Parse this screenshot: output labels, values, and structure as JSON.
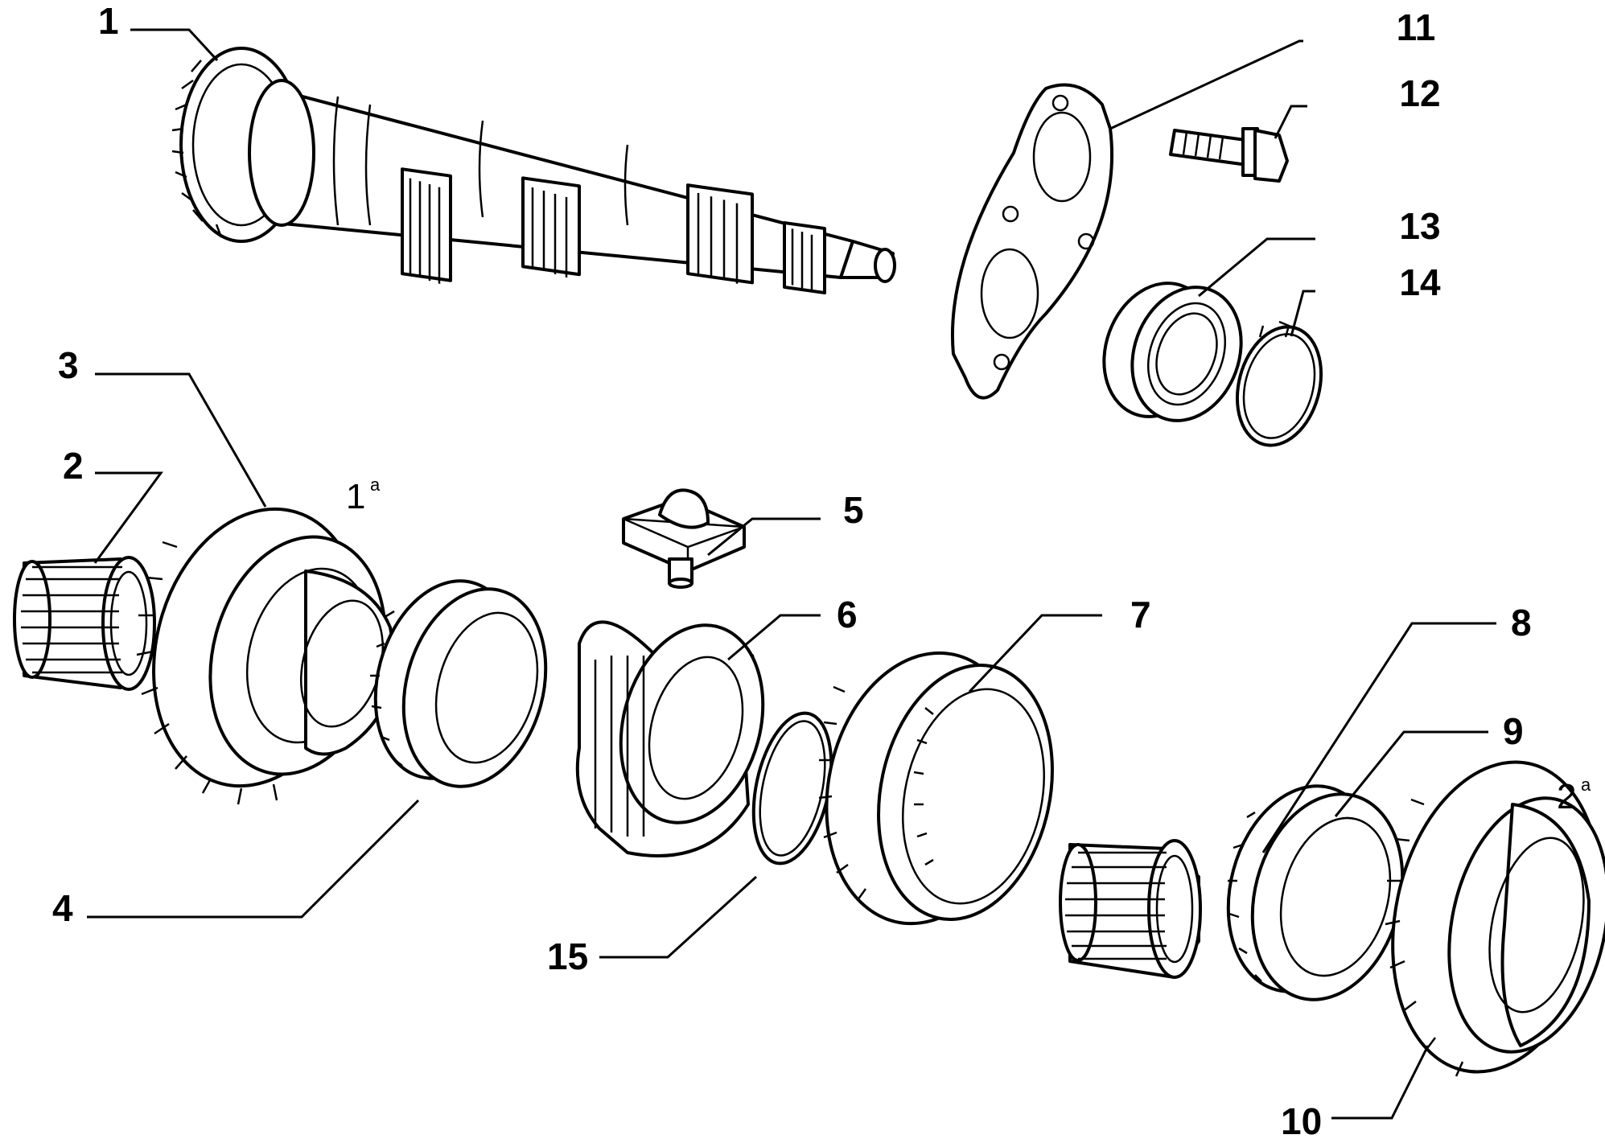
{
  "diagram": {
    "type": "exploded-parts-view",
    "callouts": [
      {
        "id": "1",
        "label": "1"
      },
      {
        "id": "2",
        "label": "2"
      },
      {
        "id": "3",
        "label": "3"
      },
      {
        "id": "4",
        "label": "4"
      },
      {
        "id": "5",
        "label": "5"
      },
      {
        "id": "6",
        "label": "6"
      },
      {
        "id": "7",
        "label": "7"
      },
      {
        "id": "8",
        "label": "8"
      },
      {
        "id": "9",
        "label": "9"
      },
      {
        "id": "10",
        "label": "10"
      },
      {
        "id": "11",
        "label": "11"
      },
      {
        "id": "12",
        "label": "12"
      },
      {
        "id": "13",
        "label": "13"
      },
      {
        "id": "14",
        "label": "14"
      },
      {
        "id": "15",
        "label": "15"
      }
    ],
    "gear_marks": [
      {
        "id": "first",
        "number": "1",
        "sup": "a"
      },
      {
        "id": "second",
        "number": "2",
        "sup": "a"
      }
    ]
  }
}
